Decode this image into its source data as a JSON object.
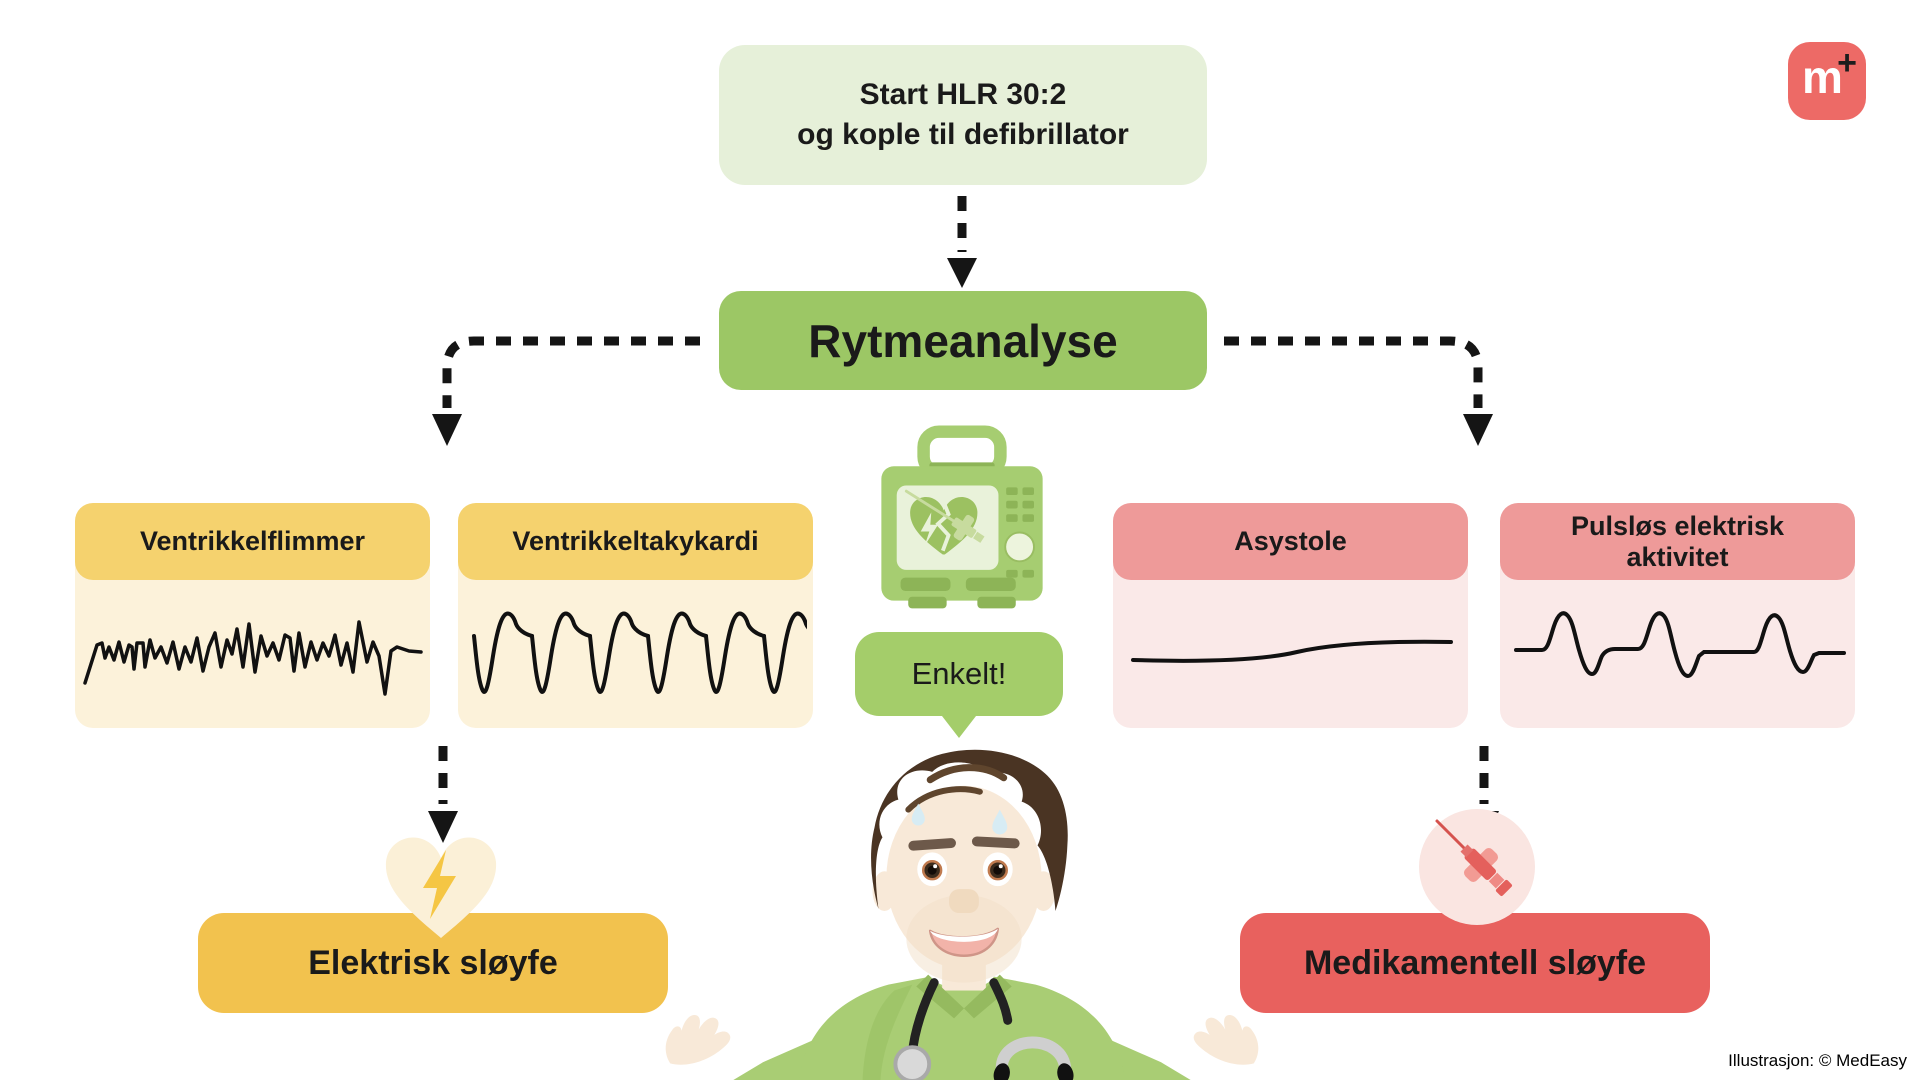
{
  "diagram": {
    "start_box": {
      "line1": "Start HLR 30:2",
      "line2": "og kople til defibrillator"
    },
    "rhythm_analysis": {
      "label": "Rytmeanalyse"
    },
    "shockable": {
      "rhythms": [
        {
          "label": "Ventrikkelflimmer",
          "trace": "ventricular-fibrillation-ecg"
        },
        {
          "label": "Ventrikkeltakykardi",
          "trace": "ventricular-tachycardia-ecg"
        }
      ],
      "outcome": {
        "label": "Elektrisk sløyfe",
        "icon": "heart-lightning-icon"
      }
    },
    "non_shockable": {
      "rhythms": [
        {
          "label": "Asystole",
          "trace": "flatline-ecg"
        },
        {
          "label": "Pulsløs elektrisk aktivitet",
          "trace": "pea-ecg"
        }
      ],
      "outcome": {
        "label": "Medikamentell sløyfe",
        "icon": "syringe-icon"
      }
    },
    "mascot_speech": "Enkelt!"
  },
  "branding": {
    "logo_letter": "m",
    "logo_plus": "+",
    "attribution": "Illustrasjon: © MedEasy"
  },
  "colors": {
    "start_box_bg": "#e6f0d9",
    "rhythm_box_bg": "#9cc765",
    "shockable_header": "#f5d26e",
    "shockable_body": "#fcf2da",
    "shockable_outcome": "#f2c24e",
    "nonshockable_header": "#ee9a99",
    "nonshockable_body": "#fae9e8",
    "nonshockable_outcome": "#e8615e",
    "bubble_bg": "#a4cd6a",
    "logo_bg": "#ed6a66",
    "arrow_color": "#151515"
  }
}
